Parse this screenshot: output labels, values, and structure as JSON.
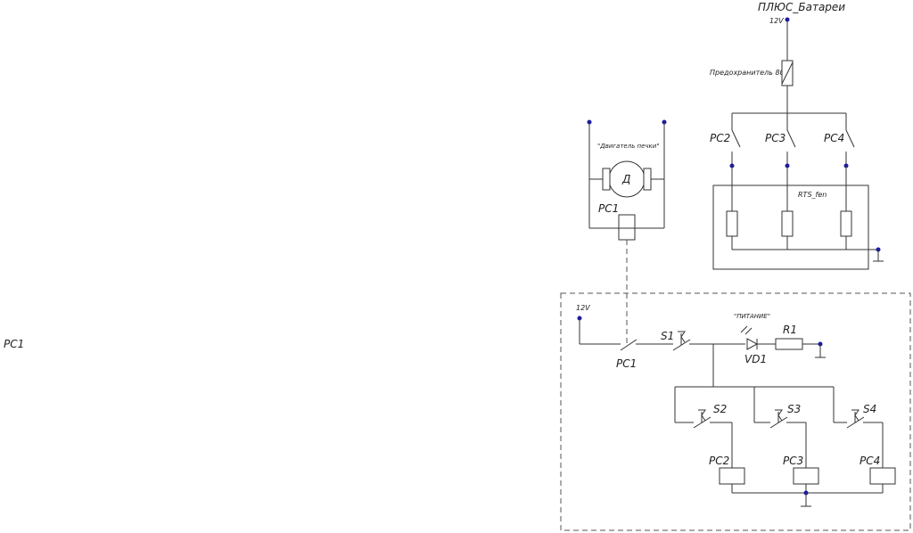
{
  "diagram": {
    "left_label": "PC1",
    "battery_plus": "ПЛЮС_Батареи",
    "v12_top": "12V",
    "fuse": "Предохранитель 80А",
    "relay_contacts": {
      "pc2": "PC2",
      "pc3": "PC3",
      "pc4": "PC4"
    },
    "rts_block": "RTS_fen",
    "motor_name": "\"Двигатель печки\"",
    "motor_letter": "Д",
    "motor_relay": "PC1",
    "v12_left": "12V",
    "pc1_contact": "PC1",
    "s1": "S1",
    "power_led_label": "\"ПИТАНИЕ\"",
    "vd1": "VD1",
    "r1": "R1",
    "s2": "S2",
    "s3": "S3",
    "s4": "S4",
    "coil_pc2": "PC2",
    "coil_pc3": "PC3",
    "coil_pc4": "PC4"
  },
  "colors": {
    "wire": "#333333",
    "node": "#1a1aa6",
    "background": "#ffffff"
  }
}
